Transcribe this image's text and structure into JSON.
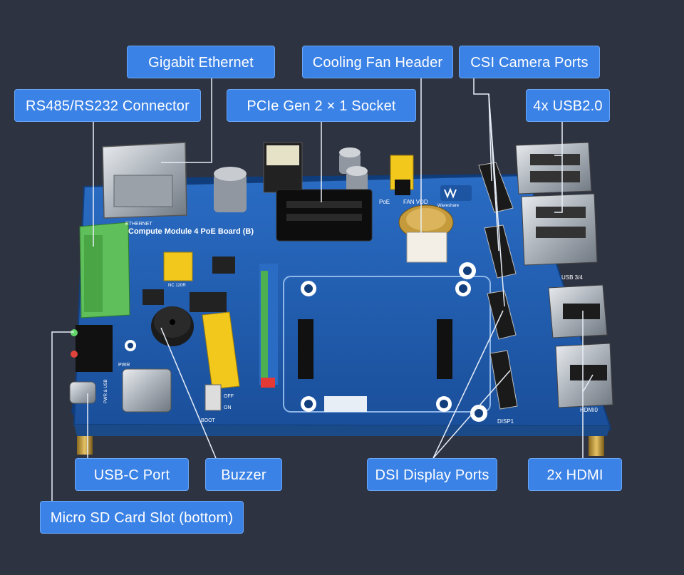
{
  "image": {
    "subject": "compute-module-poe-board-photo"
  },
  "callouts": {
    "gigabit_ethernet": "Gigabit Ethernet",
    "cooling_fan_header": "Cooling Fan Header",
    "csi_camera_ports": "CSI Camera Ports",
    "rs485_rs232": "RS485/RS232 Connector",
    "pcie_socket": "PCIe Gen 2 × 1 Socket",
    "usb2": "4x USB2.0",
    "usb_c_port": "USB-C Port",
    "buzzer": "Buzzer",
    "dsi_display_ports": "DSI Display Ports",
    "hdmi": "2x HDMI",
    "micro_sd": "Micro SD Card Slot (bottom)"
  },
  "board_text": {
    "title": "Compute Module 4 PoE Board (B)",
    "ethernet": "ETHERNET",
    "poe": "PoE",
    "fan_vdd": "FAN VDD",
    "brand": "Waveshare",
    "usb34": "USB 3/4",
    "hdmi0": "HDMI0",
    "disp1": "DISP1",
    "boot": "BOOT",
    "pwr_usb": "PWR & USB",
    "pwr": "PWR",
    "on": "ON",
    "off": "OFF",
    "nc120r": "NC 120R"
  },
  "colors": {
    "background": "#2e3341",
    "label_fill": "#3b82e6",
    "board_blue": "#1f5fb0",
    "terminal_green": "#5fbf5a",
    "header_yellow": "#f2c81c"
  }
}
